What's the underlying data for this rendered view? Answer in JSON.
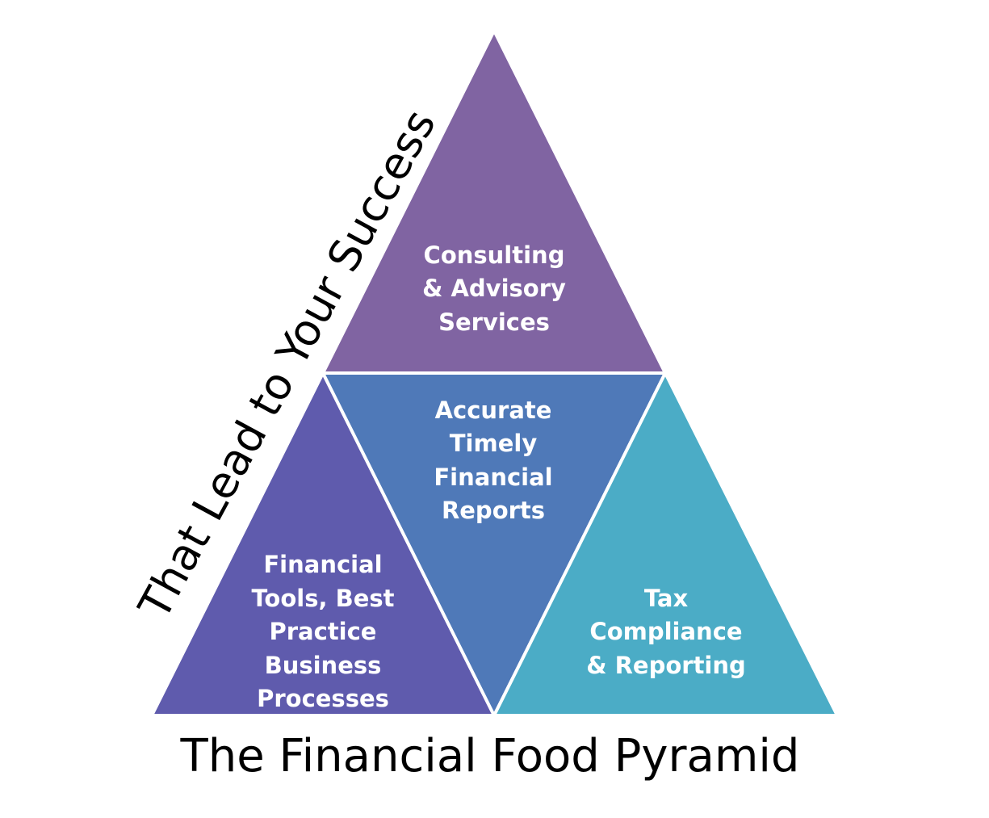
{
  "title": "The Financial Food Pyramid",
  "side_caption": "That Lead to Your Success",
  "segments": {
    "top": {
      "lines": [
        "Consulting",
        "& Advisory",
        "Services"
      ],
      "color": "#8064A2"
    },
    "left": {
      "lines": [
        "Financial",
        "Tools, Best",
        "Practice",
        "Business",
        "Processes"
      ],
      "color": "#5F5BAD"
    },
    "center": {
      "lines": [
        "Accurate",
        "Timely",
        "Financial",
        "Reports"
      ],
      "color": "#4F79B8"
    },
    "right": {
      "lines": [
        "Tax",
        "Compliance",
        "& Reporting"
      ],
      "color": "#4BACC6"
    }
  }
}
